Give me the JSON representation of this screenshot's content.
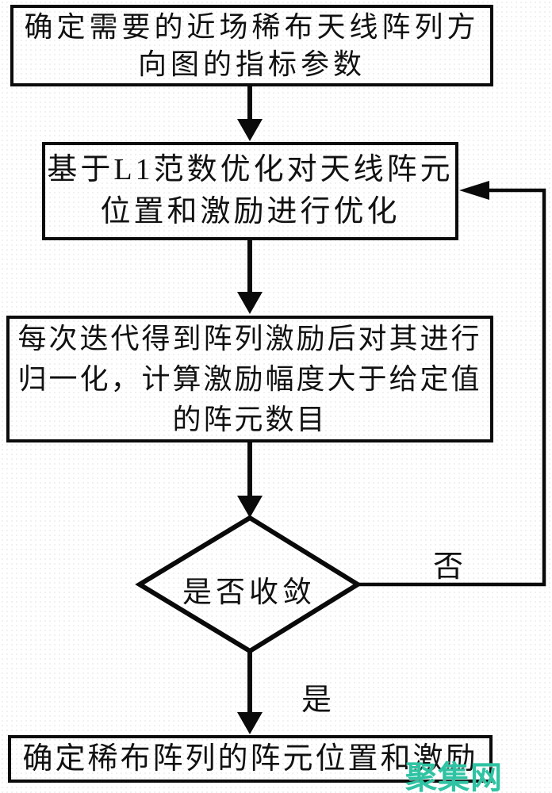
{
  "diagram": {
    "type": "flowchart",
    "nodes": [
      {
        "id": "step1",
        "shape": "rect",
        "lines": [
          "确定需要的近场稀布天线阵列方",
          "向图的指标参数"
        ]
      },
      {
        "id": "step2",
        "shape": "rect",
        "lines": [
          "基于L1范数优化对天线阵元",
          "位置和激励进行优化"
        ]
      },
      {
        "id": "step3",
        "shape": "rect",
        "lines": [
          "每次迭代得到阵列激励后对其进行",
          "归一化，计算激励幅度大于给定值",
          "的阵元数目"
        ]
      },
      {
        "id": "decision",
        "shape": "diamond",
        "lines": [
          "是否收敛"
        ]
      },
      {
        "id": "step4",
        "shape": "rect",
        "lines": [
          "确定稀布阵列的阵元位置和激励"
        ]
      }
    ],
    "edges": [
      {
        "from": "step1",
        "to": "step2",
        "label": ""
      },
      {
        "from": "step2",
        "to": "step3",
        "label": ""
      },
      {
        "from": "step3",
        "to": "decision",
        "label": ""
      },
      {
        "from": "decision",
        "to": "step4",
        "label": "是"
      },
      {
        "from": "decision",
        "to": "step2",
        "label": "否"
      }
    ],
    "labels": {
      "yes": "是",
      "no": "否"
    }
  },
  "watermark": {
    "text": "聚集网",
    "color": "#2ec3a3"
  },
  "colors": {
    "stroke": "#0a0a0a",
    "background": "#ffffff",
    "text": "#111111"
  }
}
